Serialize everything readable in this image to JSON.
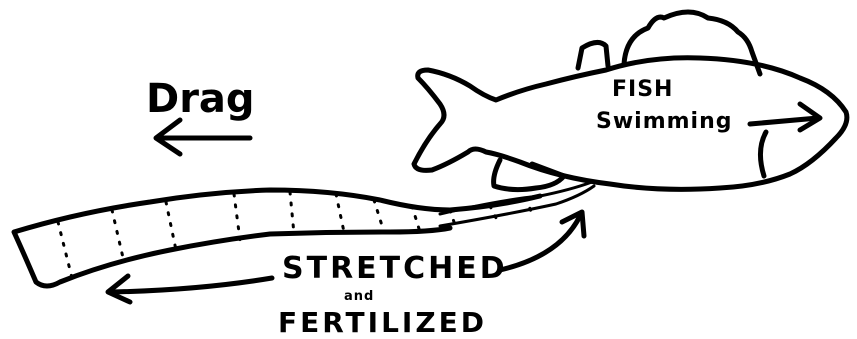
{
  "labels": {
    "drag": "Drag",
    "fish_line1": "FISH",
    "fish_line2": "Swimming",
    "stretched": "STRETCHED",
    "and": "and",
    "fertilized": "FERTILIZED"
  },
  "colors": {
    "ink": "#000000",
    "background": "#ffffff"
  }
}
